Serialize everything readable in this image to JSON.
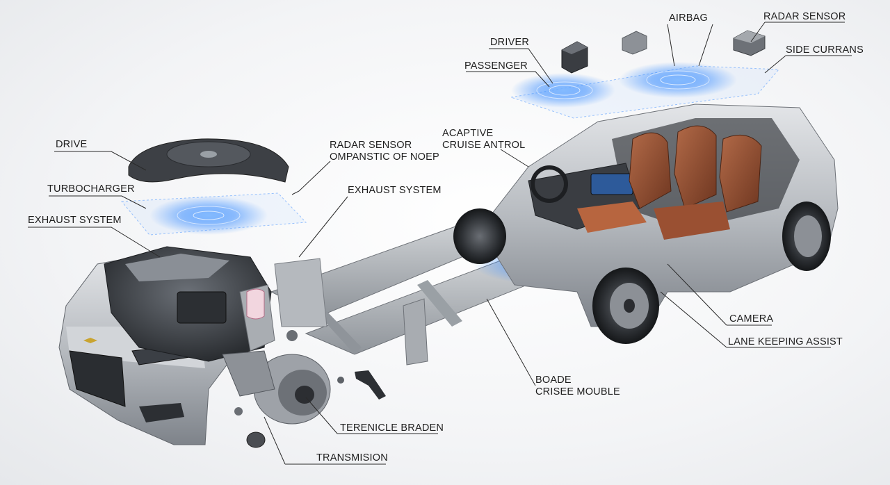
{
  "labels": {
    "drive": "DRIVE",
    "turbocharger": "TURBOCHARGER",
    "exhaust_system_left": "EXHAUST SYSTEM",
    "radar_sensor_center_1": "RADAR SENSOR",
    "radar_sensor_center_2": "OMPANSTIC OF NOEP",
    "exhaust_system_center": "EXHAUST SYSTEM",
    "driver": "DRIVER",
    "passenger": "PASSENGER",
    "airbag": "AIRBAG",
    "radar_sensor_top": "RADAR SENSOR",
    "side_currans": "SIDE CURRANS",
    "acaptive_1": "ACAPTIVE",
    "acaptive_2": "CRUISE ANTROL",
    "camera": "CAMERA",
    "lane_keeping": "LANE KEEPING ASSIST",
    "boade_1": "BOADE",
    "boade_2": "CRISEE MOUBLE",
    "terevicle": "TERENICLE BRADEN",
    "transmision": "TRANSMISION"
  },
  "colors": {
    "glow": "#3a8dff",
    "body": "#b9bdc2",
    "frame": "#a9adb2",
    "seat": "#8a4a30",
    "line": "#2a2a2a"
  }
}
